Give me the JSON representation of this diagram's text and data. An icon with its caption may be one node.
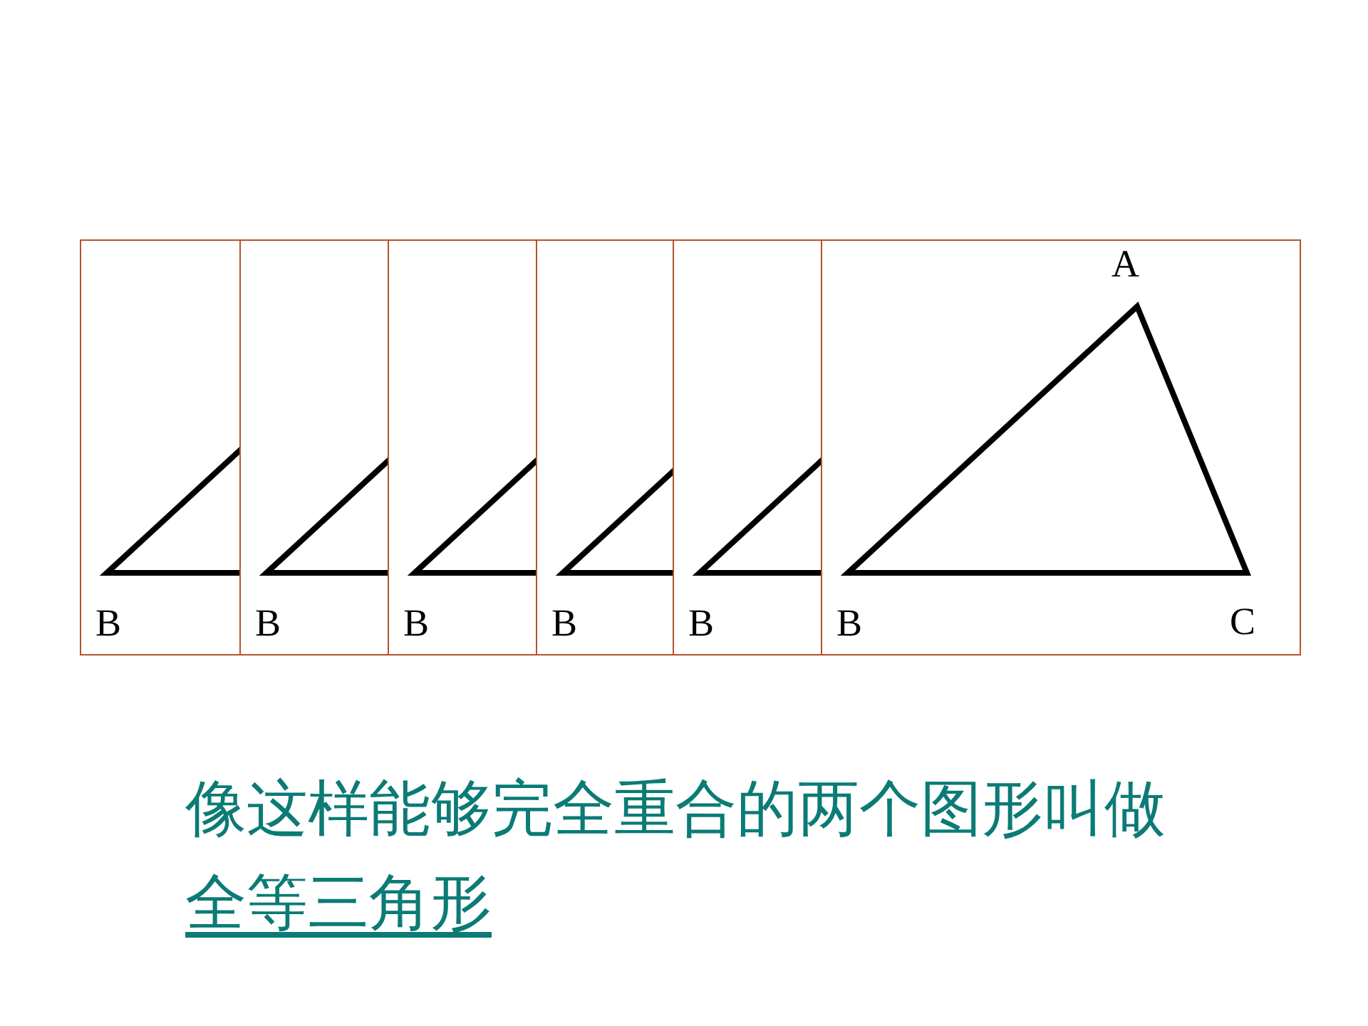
{
  "diagram": {
    "nodes": [
      {
        "text": [
          "B"
        ]
      },
      {
        "text": [
          "B"
        ]
      },
      {
        "text": [
          "B"
        ]
      },
      {
        "text": [
          "B"
        ]
      },
      {
        "text": [
          "B"
        ]
      },
      {
        "text": [
          "A",
          "B",
          "C"
        ]
      }
    ],
    "labels": [
      "像这样能够完全重合的两个图形叫做",
      "全等三角形"
    ]
  }
}
